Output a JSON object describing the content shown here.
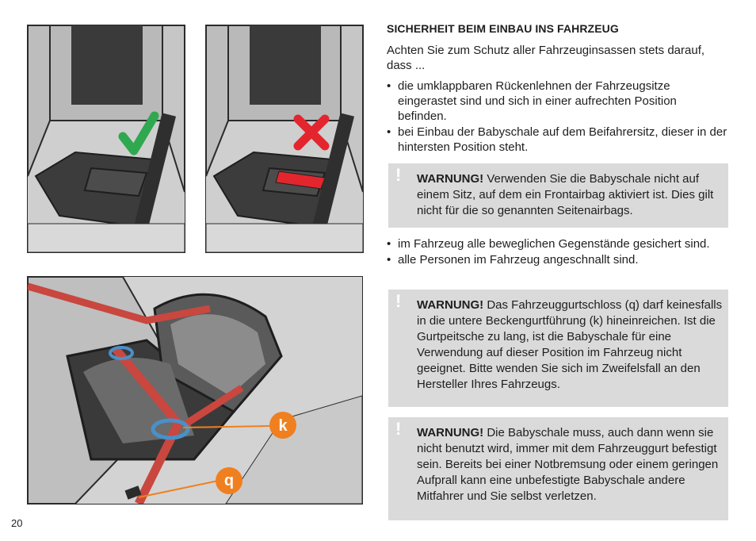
{
  "page": {
    "number": "20"
  },
  "illustrations": {
    "correct": {
      "mark_icon": "checkmark-icon",
      "mark_color": "#2fa84f"
    },
    "incorrect": {
      "mark_icon": "cross-icon",
      "mark_color": "#e3262e",
      "lever_color": "#e3262e"
    },
    "installed": {
      "labels": [
        "k",
        "q"
      ],
      "label_color": "#f07f1f",
      "belt_color": "#c9473f",
      "guide_color": "#4a90c8"
    }
  },
  "content": {
    "heading": "SICHERHEIT BEIM EINBAU INS FAHRZEUG",
    "intro": "Achten Sie zum Schutz aller Fahrzeuginsassen stets darauf, dass ...",
    "bullets_1": [
      "die umklappbaren Rückenlehnen der Fahrzeugsitze eingerastet sind und sich in einer aufrechten Position befinden.",
      "bei Einbau der Babyschale auf dem Beifahrersitz, dieser in der hintersten Position steht."
    ],
    "bullet_symbol": "•",
    "warning_symbol": "!",
    "warning_label": "WARNUNG!",
    "warnings": [
      "Verwenden Sie die Babyschale nicht auf einem Sitz, auf dem ein Frontairbag aktiviert ist. Dies gilt nicht für die so genannten Seitenairbags.",
      "Das Fahrzeuggurtschloss (q) darf keinesfalls in die untere Beckengurtführung (k) hineinreichen. Ist die Gurtpeitsche zu lang, ist die Babyschale für eine Verwendung auf dieser Position im Fahrzeug nicht geeignet. Bitte wenden Sie sich im Zweifelsfall an den Hersteller Ihres Fahrzeugs.",
      "Die Babyschale muss, auch dann wenn sie nicht benutzt wird, immer mit dem Fahrzeuggurt befestigt sein. Bereits bei einer Notbremsung oder einem geringen Aufprall kann eine unbefestigte Babyschale andere Mitfahrer und Sie selbst verletzen."
    ],
    "bullets_2": [
      "im Fahrzeug alle beweglichen Gegenstände gesichert sind.",
      "alle Personen im Fahrzeug angeschnallt sind."
    ]
  }
}
